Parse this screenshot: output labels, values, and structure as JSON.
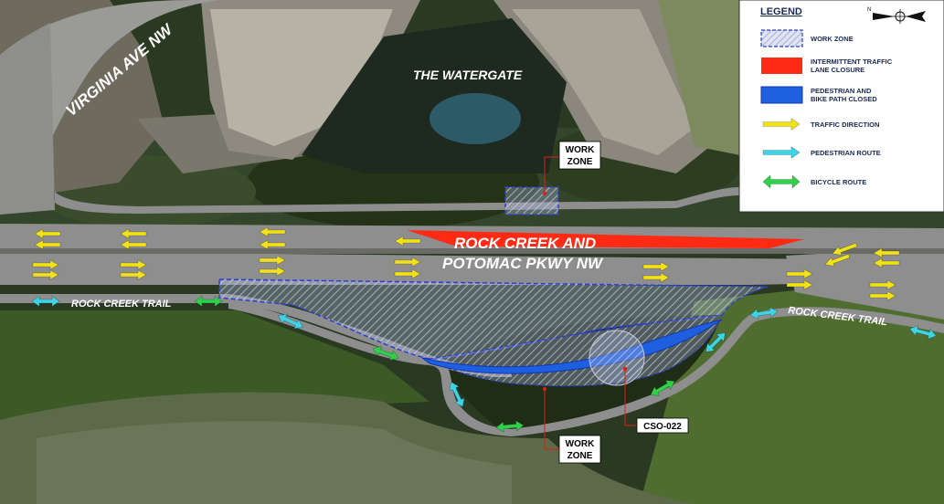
{
  "map_labels": {
    "virginia_ave": "VIRGINIA AVE NW",
    "watergate": "THE WATERGATE",
    "parkway_line1": "ROCK CREEK AND",
    "parkway_line2": "POTOMAC PKWY NW",
    "trail_left": "ROCK CREEK TRAIL",
    "trail_right": "ROCK CREEK TRAIL",
    "work_zone_top_line1": "WORK",
    "work_zone_top_line2": "ZONE",
    "work_zone_bottom_line1": "WORK",
    "work_zone_bottom_line2": "ZONE",
    "cso": "CSO-022"
  },
  "legend": {
    "title": "LEGEND",
    "items": [
      {
        "symbol": "work-zone",
        "label_lines": [
          "WORK ZONE"
        ]
      },
      {
        "symbol": "lane-closure",
        "label_lines": [
          "INTERMITTENT TRAFFIC",
          "LANE CLOSURE"
        ]
      },
      {
        "symbol": "path-closed",
        "label_lines": [
          "PEDESTRIAN AND",
          "BIKE PATH CLOSED"
        ]
      },
      {
        "symbol": "traffic-arrow",
        "label_lines": [
          "TRAFFIC DIRECTION"
        ]
      },
      {
        "symbol": "pedestrian-arrow",
        "label_lines": [
          "PEDESTRIAN ROUTE"
        ]
      },
      {
        "symbol": "bicycle-arrow",
        "label_lines": [
          "BICYCLE ROUTE"
        ]
      }
    ],
    "north_arrow_icon": "north-arrow-icon"
  },
  "colors": {
    "traffic": "#f2e21b",
    "pedestrian": "#3fd3e6",
    "bicycle": "#2fd14a",
    "lane_closure": "#ff2a14",
    "path_closed": "#1e5fe0",
    "work_zone_border": "#2b3fd0",
    "road": "#8c8c8c"
  }
}
